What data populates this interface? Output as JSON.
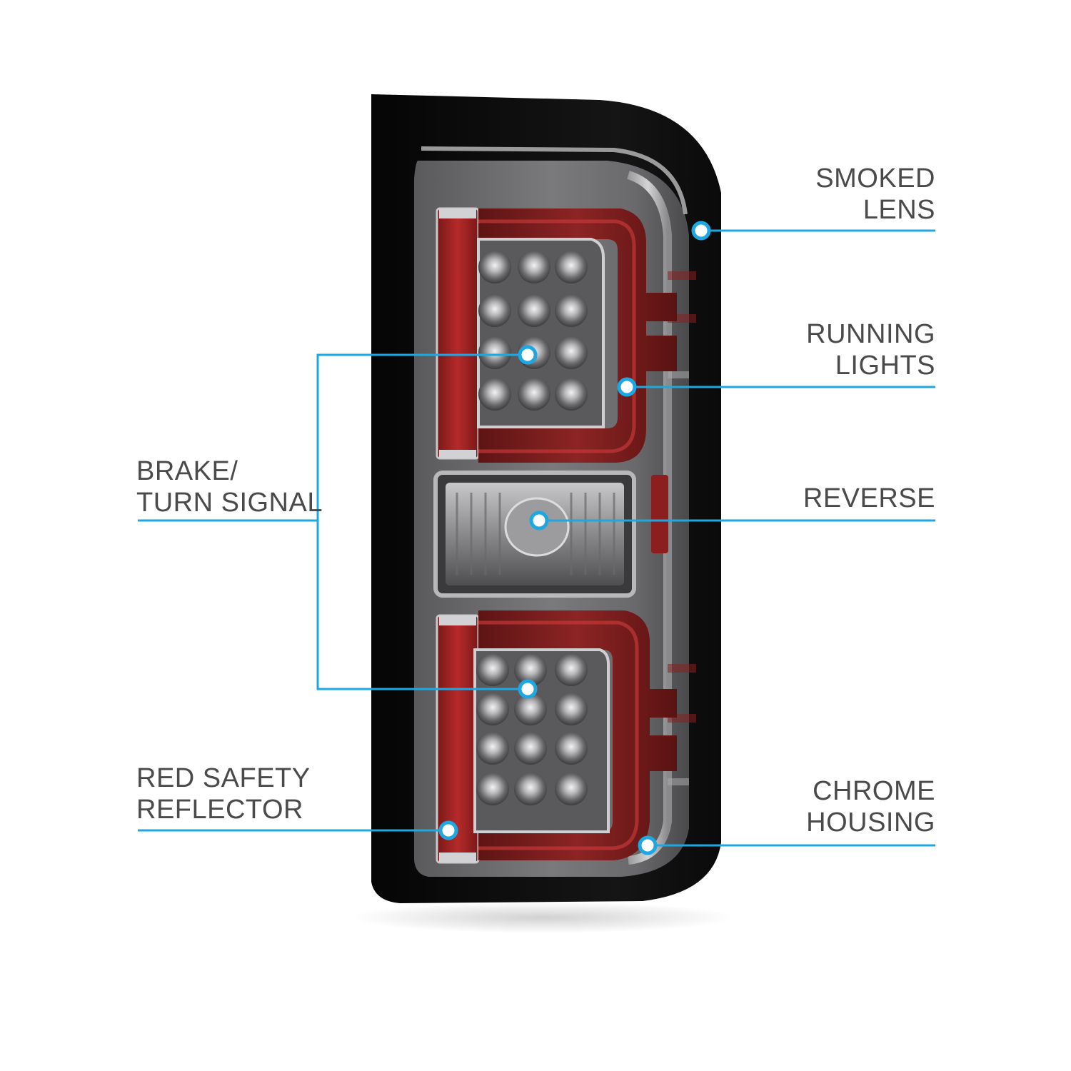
{
  "accent_color": "#1ea7e1",
  "callouts": {
    "smoked_lens": {
      "line1": "SMOKED",
      "line2": "LENS"
    },
    "running_lights": {
      "line1": "RUNNING",
      "line2": "LIGHTS"
    },
    "reverse": {
      "line1": "REVERSE"
    },
    "chrome_housing": {
      "line1": "CHROME",
      "line2": "HOUSING"
    },
    "brake_turn_signal": {
      "line1": "BRAKE/",
      "line2": "TURN SIGNAL"
    },
    "red_safety_reflector": {
      "line1": "RED SAFETY",
      "line2": "REFLECTOR"
    }
  }
}
